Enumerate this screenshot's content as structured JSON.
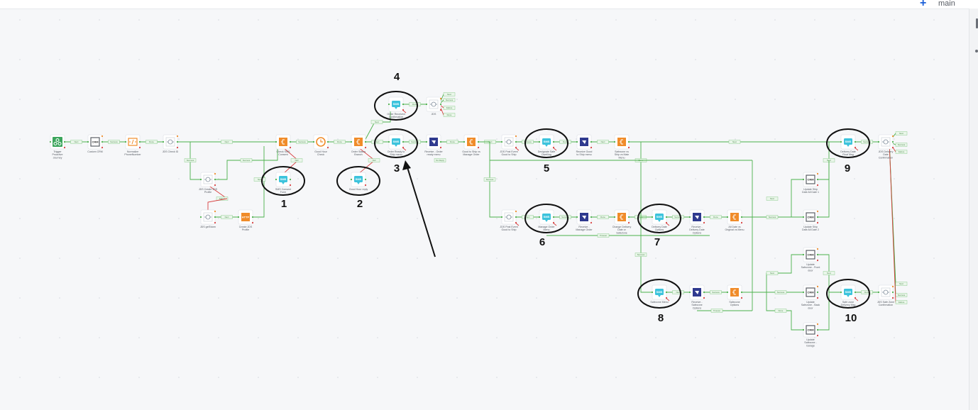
{
  "header": {
    "branch": "main",
    "add_icon": "plus-icon"
  },
  "colors": {
    "edge": "#4bb04b",
    "error_edge": "#d94040",
    "sms": "#3cc3dc",
    "crm": "#5a5f66",
    "code": "#f08c2a",
    "clock": "#f08c2a",
    "split": "#f08c2a",
    "receive": "#2f3a8f",
    "webhook": "#3ba55c",
    "http": "#f08c2a",
    "generic": "#7d8a99"
  },
  "nodes": [
    {
      "id": "n1",
      "type": "webhook",
      "label": [
        "Trigger",
        "Proactive",
        "Journey"
      ],
      "icon": "webhook-icon"
    },
    {
      "id": "n2",
      "type": "crm",
      "label": [
        "Custom CRM"
      ],
      "icon": "crm-icon"
    },
    {
      "id": "n3",
      "type": "code",
      "label": [
        "Normalize",
        "PhoneNumber"
      ],
      "icon": "code-icon"
    },
    {
      "id": "n4",
      "type": "generic",
      "label": [
        "JDS Check ID"
      ],
      "icon": "data-icon"
    },
    {
      "id": "n5",
      "type": "generic",
      "label": [
        "JDS Create JDS",
        "Profile"
      ],
      "icon": "data-icon"
    },
    {
      "id": "n6",
      "type": "generic",
      "label": [
        "JDS getToken"
      ],
      "icon": "data-icon"
    },
    {
      "id": "n7",
      "type": "http",
      "label": [
        "Create JDS",
        "Profile"
      ],
      "icon": "http-icon"
    },
    {
      "id": "n8",
      "type": "split",
      "label": [
        "Check SMS",
        "Consent"
      ],
      "icon": "split-icon"
    },
    {
      "id": "n9",
      "type": "sms",
      "label": [
        "SMS Consent",
        "Form"
      ],
      "icon": "sms-icon"
    },
    {
      "id": "n10",
      "type": "clock",
      "label": [
        "Good Hour",
        "Check"
      ],
      "icon": "clock-icon"
    },
    {
      "id": "n11",
      "type": "split",
      "label": [
        "Order Status",
        "Branch"
      ],
      "icon": "split-icon"
    },
    {
      "id": "n12",
      "type": "sms",
      "label": [
        "Good Hour reply"
      ],
      "icon": "sms-icon"
    },
    {
      "id": "n13",
      "type": "sms",
      "label": [
        "Order Received",
        "Confirmation"
      ],
      "icon": "sms-icon"
    },
    {
      "id": "n14",
      "type": "generic",
      "label": [
        "JDS"
      ],
      "icon": "data-icon"
    },
    {
      "id": "n15",
      "type": "sms",
      "label": [
        "Order Ready to",
        "Ship menu"
      ],
      "icon": "sms-icon"
    },
    {
      "id": "n16",
      "type": "receive",
      "label": [
        "Receive - Order",
        "ready menu"
      ],
      "icon": "receive-icon"
    },
    {
      "id": "n17",
      "type": "split",
      "label": [
        "Good to Ship vs",
        "Manage Order"
      ],
      "icon": "split-icon"
    },
    {
      "id": "n18",
      "type": "generic",
      "label": [
        "JDS Post Event",
        "Good to Ship"
      ],
      "icon": "data-icon"
    },
    {
      "id": "n19",
      "type": "sms",
      "label": [
        "Designate Safe",
        "Dwelling"
      ],
      "icon": "sms-icon"
    },
    {
      "id": "n20",
      "type": "receive",
      "label": [
        "Receive Good",
        "to Ship menu"
      ],
      "icon": "receive-icon"
    },
    {
      "id": "n21",
      "type": "split",
      "label": [
        "Safezone vs",
        "Ship vs Main",
        "Menu"
      ],
      "icon": "split-icon"
    },
    {
      "id": "n22",
      "type": "sms",
      "label": [
        "Delivery Date",
        "Final Msg"
      ],
      "icon": "sms-icon"
    },
    {
      "id": "n23",
      "type": "generic",
      "label": [
        "JDS Delivery",
        "Date",
        "Confirmation"
      ],
      "icon": "data-icon"
    },
    {
      "id": "n24",
      "type": "crm",
      "label": [
        "Update Ship",
        "Date All Date 1"
      ],
      "icon": "crm-icon"
    },
    {
      "id": "n25",
      "type": "crm",
      "label": [
        "Update Ship",
        "Date All Date 2"
      ],
      "icon": "crm-icon"
    },
    {
      "id": "n26",
      "type": "generic",
      "label": [
        "JDS Post Event",
        "Good to Ship"
      ],
      "icon": "data-icon"
    },
    {
      "id": "n27",
      "type": "sms",
      "label": [
        "Manage Order",
        "Menu"
      ],
      "icon": "sms-icon"
    },
    {
      "id": "n28",
      "type": "receive",
      "label": [
        "Receive -",
        "Manage Order"
      ],
      "icon": "receive-icon"
    },
    {
      "id": "n29",
      "type": "split",
      "label": [
        "Change Delivery",
        "Date or",
        "SafeZone"
      ],
      "icon": "split-icon"
    },
    {
      "id": "n30",
      "type": "sms",
      "label": [
        "Delivery Date",
        "Options"
      ],
      "icon": "sms-icon"
    },
    {
      "id": "n31",
      "type": "receive",
      "label": [
        "Receive -",
        "Delivery Date",
        "Options"
      ],
      "icon": "receive-icon"
    },
    {
      "id": "n32",
      "type": "split",
      "label": [
        "All Date vs",
        "Original vs Menu"
      ],
      "icon": "split-icon"
    },
    {
      "id": "n33",
      "type": "crm",
      "label": [
        "Update",
        "Safezone - Front",
        "door"
      ],
      "icon": "crm-icon"
    },
    {
      "id": "n34",
      "type": "sms",
      "label": [
        "Safezone Menu"
      ],
      "icon": "sms-icon"
    },
    {
      "id": "n35",
      "type": "receive",
      "label": [
        "Receive -",
        "Safezone",
        "Options"
      ],
      "icon": "receive-icon"
    },
    {
      "id": "n36",
      "type": "split",
      "label": [
        "Safezone",
        "Options"
      ],
      "icon": "split-icon"
    },
    {
      "id": "n37",
      "type": "crm",
      "label": [
        "Update",
        "Safezone - Back",
        "door"
      ],
      "icon": "crm-icon"
    },
    {
      "id": "n38",
      "type": "crm",
      "label": [
        "Update",
        "Safezone -",
        "Garage"
      ],
      "icon": "crm-icon"
    },
    {
      "id": "n39",
      "type": "sms",
      "label": [
        "Safe zone",
        "Delivery Msg"
      ],
      "icon": "sms-icon"
    },
    {
      "id": "n40",
      "type": "generic",
      "label": [
        "JDS Safe Zone",
        "Confirmation"
      ],
      "icon": "data-icon"
    }
  ],
  "edge_labels": [
    "Null",
    "Next",
    "Success",
    "Failure",
    "Done",
    "No Reply",
    "Timeout",
    "Default"
  ],
  "annotations": [
    {
      "target": "n9",
      "number": "1"
    },
    {
      "target": "n12",
      "number": "2"
    },
    {
      "target": "n15",
      "number": "3"
    },
    {
      "target": "n13",
      "number": "4"
    },
    {
      "target": "n19",
      "number": "5"
    },
    {
      "target": "n27",
      "number": "6"
    },
    {
      "target": "n30",
      "number": "7"
    },
    {
      "target": "n34",
      "number": "8"
    },
    {
      "target": "n22",
      "number": "9"
    },
    {
      "target": "n39",
      "number": "10"
    }
  ]
}
